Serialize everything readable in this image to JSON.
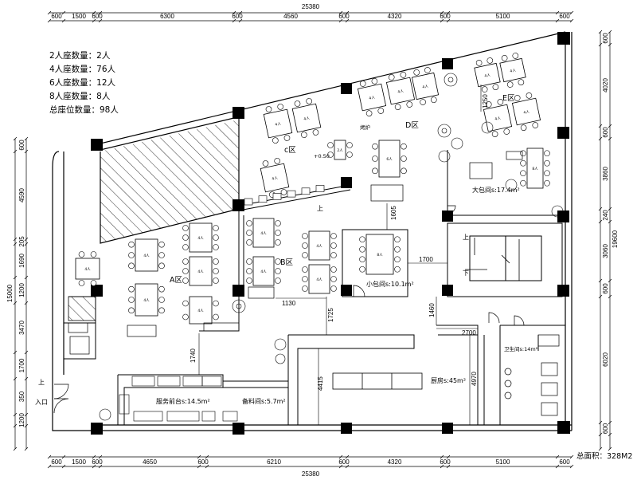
{
  "seat_summary": [
    {
      "label": "2人座数量：2人"
    },
    {
      "label": "4人座数量：76人"
    },
    {
      "label": "6人座数量：12人"
    },
    {
      "label": "8人座数量：8人"
    },
    {
      "label": "总座位数量：98人"
    }
  ],
  "total_area": "总面积：328M2",
  "top_dims": [
    "600",
    "1500",
    "600",
    "6300",
    "600",
    "4560",
    "600",
    "4320",
    "600",
    "5100",
    "600"
  ],
  "top_total": "25380",
  "bottom_dims": [
    "600",
    "1500",
    "600",
    "4650",
    "600",
    "6210",
    "600",
    "4320",
    "600",
    "5100",
    "600"
  ],
  "bottom_total": "25380",
  "left_dims": [
    "600",
    "4590",
    "205",
    "1690",
    "1200",
    "3470",
    "1700",
    "350",
    "1200"
  ],
  "left_total": "15000",
  "right_dims": [
    "600",
    "4020",
    "600",
    "3860",
    "240",
    "3060",
    "600",
    "6020",
    "600"
  ],
  "right_total": "19600",
  "zones": {
    "a": "A区",
    "b": "B区",
    "c": "c区",
    "d": "D区",
    "e": "E区"
  },
  "rooms": {
    "big_private": "大包间s:17.4m²",
    "small_private": "小包间s:10.1m²",
    "kitchen": "厨房s:45m²",
    "restroom": "卫生间s:14m²",
    "service_desk": "服务前台s:14.5m²",
    "prep_room": "备料间s:5.7m²"
  },
  "labels": {
    "entrance": "入口",
    "up1": "上",
    "up2": "上",
    "down": "下",
    "grill": "烤炉",
    "elev": "+0.50",
    "seat2": "2人",
    "seat4": "4人",
    "seat6": "6人",
    "seat8": "8人"
  },
  "inner_dims": {
    "d1250": "1250",
    "d1605": "1605",
    "d1700": "1700",
    "d1130": "1130",
    "d1725": "1725",
    "d1740": "1740",
    "d1460": "1460",
    "d2700": "2700",
    "d4415": "4415",
    "d4970": "4970"
  }
}
